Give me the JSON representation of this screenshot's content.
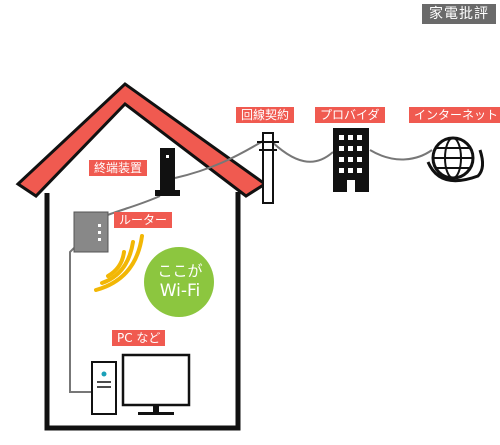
{
  "watermark": "家電批評",
  "labels": {
    "terminal": "終端装置",
    "router": "ルーター",
    "pc": "PC など",
    "line_contract": "回線契約",
    "provider": "プロバイダ",
    "internet": "インターネット"
  },
  "wifi_bubble": {
    "line1": "ここが",
    "line2": "Wi-Fi"
  },
  "colors": {
    "roof": "#f05a50",
    "label_bg": "#f05a50",
    "wifi_bubble": "#8cc63f",
    "wifi_waves": "#f2b705",
    "cable": "#777777",
    "outline": "#111111"
  },
  "icons": [
    "house",
    "terminal-device-icon",
    "router-icon",
    "wifi-waves-icon",
    "pc-icon",
    "utility-pole-icon",
    "building-icon",
    "globe-icon"
  ]
}
